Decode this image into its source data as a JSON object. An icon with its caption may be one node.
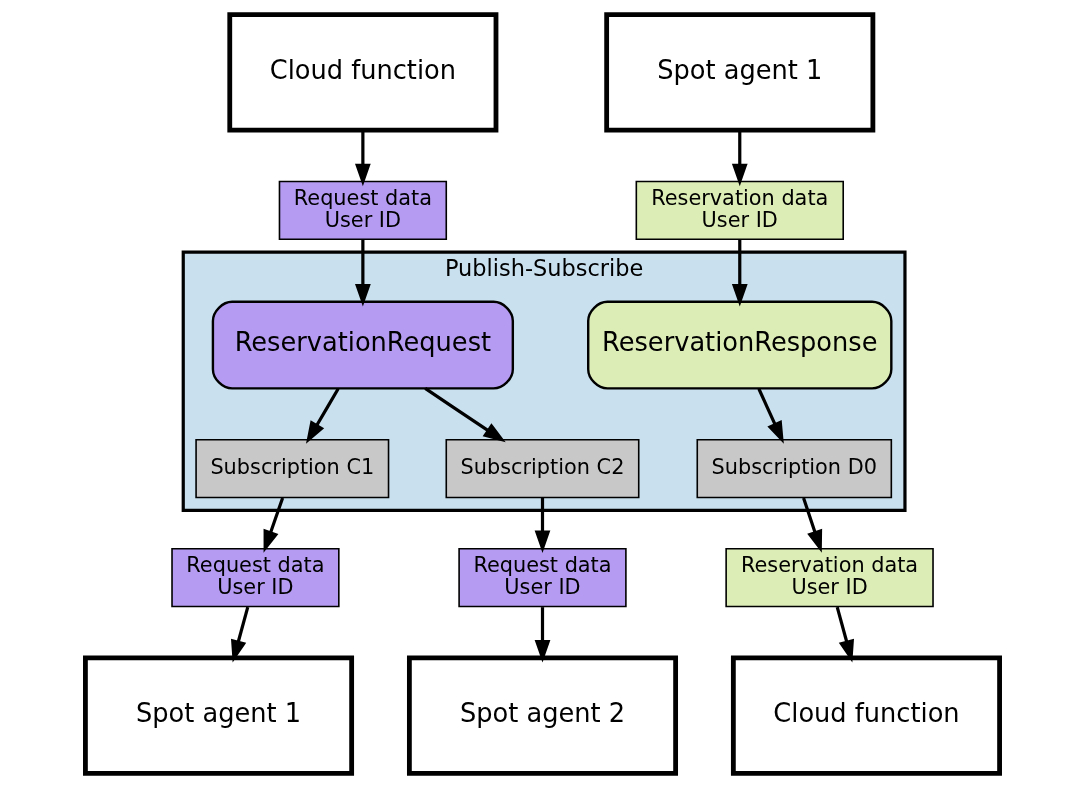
{
  "diagram": {
    "nodes": [
      {
        "text": [
          "Cloud function"
        ]
      },
      {
        "text": [
          "Request data",
          "User ID"
        ]
      },
      {
        "text": [
          "Spot agent 1"
        ]
      },
      {
        "text": [
          "Reservation data",
          "User ID"
        ]
      },
      {
        "text": [
          "Publish-Subscribe"
        ]
      },
      {
        "text": [
          "ReservationRequest"
        ],
        "in": 4
      },
      {
        "text": [
          "ReservationResponse"
        ],
        "in": 4
      },
      {
        "text": [
          "Subscription C1"
        ],
        "in": 4
      },
      {
        "text": [
          "Subscription C2"
        ],
        "in": 4
      },
      {
        "text": [
          "Subscription D0"
        ],
        "in": 4
      },
      {
        "text": [
          "Request data",
          "User ID"
        ]
      },
      {
        "text": [
          "Request data",
          "User ID"
        ]
      },
      {
        "text": [
          "Reservation data",
          "User ID"
        ]
      },
      {
        "text": [
          "Spot agent 1"
        ]
      },
      {
        "text": [
          "Spot agent 2"
        ]
      },
      {
        "text": [
          "Cloud function"
        ]
      }
    ],
    "edges": [
      {
        "from": 0,
        "to": 1,
        "arrow": "to"
      },
      {
        "from": 1,
        "to": 5,
        "arrow": "to"
      },
      {
        "from": 2,
        "to": 3,
        "arrow": "to"
      },
      {
        "from": 3,
        "to": 6,
        "arrow": "to"
      },
      {
        "from": 5,
        "to": 7,
        "arrow": "to"
      },
      {
        "from": 5,
        "to": 8,
        "arrow": "to"
      },
      {
        "from": 6,
        "to": 9,
        "arrow": "to"
      },
      {
        "from": 7,
        "to": 10,
        "arrow": "to"
      },
      {
        "from": 8,
        "to": 11,
        "arrow": "to"
      },
      {
        "from": 9,
        "to": 12,
        "arrow": "to"
      },
      {
        "from": 10,
        "to": 13,
        "arrow": "to"
      },
      {
        "from": 11,
        "to": 14,
        "arrow": "to"
      },
      {
        "from": 12,
        "to": 15,
        "arrow": "to"
      }
    ]
  }
}
